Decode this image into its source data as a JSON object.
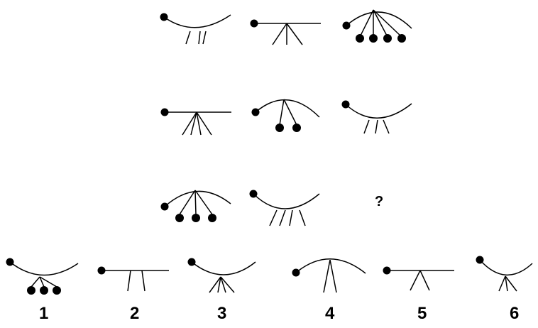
{
  "puzzle": {
    "question_mark": "?",
    "option_labels": [
      "1",
      "2",
      "3",
      "4",
      "5",
      "6"
    ]
  }
}
